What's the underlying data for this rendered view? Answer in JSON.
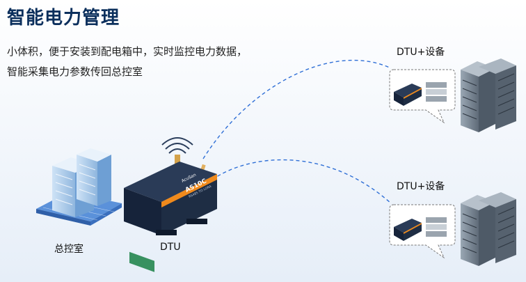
{
  "title": "智能电力管理",
  "description": {
    "line1": "小体积，便于安装到配电箱中，实时监控电力数据，",
    "line2": "智能采集电力参数传回总控室"
  },
  "labels": {
    "control_room": "总控室",
    "dtu": "DTU",
    "site_top": "DTU+设备",
    "site_bottom": "DTU+设备"
  },
  "device": {
    "brand": "AcuSan",
    "model": "AS10C",
    "subtitle": "RS485 TO LORA"
  },
  "colors": {
    "title": "#0b2f5c",
    "link_dash": "#2f6fd6",
    "device_body": "#1e2d44",
    "device_accent": "#f08a1c"
  }
}
